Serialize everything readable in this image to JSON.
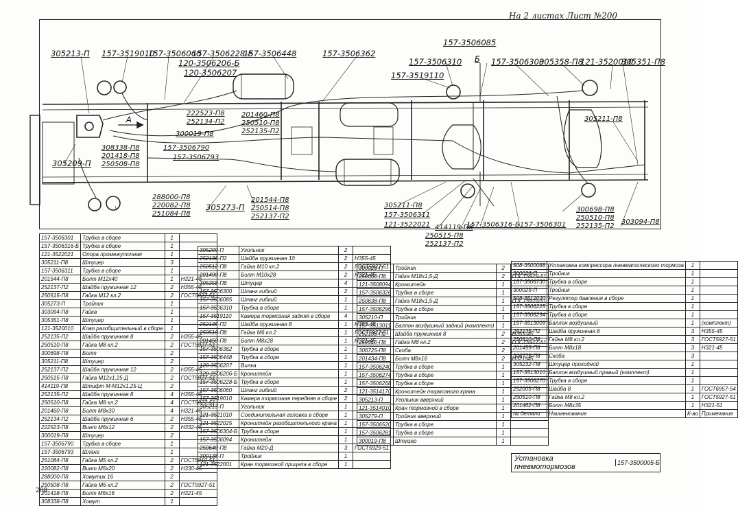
{
  "header": {
    "sheet_note": "На 2 листах  Лист №200"
  },
  "page_number": "208",
  "labels": {
    "l1": "305213-П",
    "l2": "157-3519010",
    "l3": "157-3506060",
    "l4": "157-3506228-Б",
    "l5": "157-3506448",
    "l6": "120-3506206-Б",
    "l7": "120-3506207",
    "l8": "157-3506362",
    "l9": "157-3506085",
    "l10": "Б",
    "l11": "157-3506310",
    "l12": "157-3519110",
    "l13": "157-3506300",
    "l14": "305358-П8",
    "l15": "121-3520010",
    "l16": "305351-П8",
    "l17": "222523-П8",
    "l18": "252134-П2",
    "l19": "201460-П8",
    "l20": "250510-П8",
    "l21": "252135-П2",
    "l22": "300019-П8",
    "l23": "157-3506790",
    "l24": "157-3506793",
    "l25": "308338-П8",
    "l26": "201418-П8",
    "l27": "250508-П8",
    "l28": "305209-П",
    "l29": "305211-П8",
    "l30": "288000-П8",
    "l31": "220082-П8",
    "l32": "251084-П8",
    "l33": "305273-П",
    "l34": "201544-П8",
    "l35": "250514-П8",
    "l36": "252137-П2",
    "l37": "305211-П8",
    "l38": "157-3506311",
    "l39": "121-3522021",
    "l40": "414119-П8",
    "l41": "250515-П8",
    "l42": "252137-П2",
    "l43": "157-3506316-Б",
    "l44": "157-3506301",
    "l45": "300698-П8",
    "l46": "250510-П8",
    "l47": "252135-П2",
    "l48": "303094-П8",
    "arrow": "А"
  },
  "table1": [
    [
      "157-3506301",
      "Трубка в сборе",
      "1",
      ""
    ],
    [
      "157-3506316-Б",
      "Трубка в сборе",
      "1",
      ""
    ],
    [
      "121-3522021",
      "Опора промежуточная",
      "1",
      ""
    ],
    [
      "305211-П8",
      "Штуцер",
      "3",
      ""
    ],
    [
      "157-3506311",
      "Трубка в сборе",
      "1",
      ""
    ],
    [
      "201544-П8",
      "Болт М12х40",
      "1",
      "Н321-45"
    ],
    [
      "252137-П2",
      "Шайба пружинная 12",
      "2",
      "Н355-45"
    ],
    [
      "250515-П8",
      "Гайка М12 кл.2",
      "2",
      "ГОСТ5927-51"
    ],
    [
      "305273-П",
      "Тройник",
      "1",
      ""
    ],
    [
      "303094-П8",
      "Гайка",
      "1",
      ""
    ],
    [
      "305351-П8",
      "Штуцер",
      "1",
      ""
    ],
    [
      "121-3520010",
      "Клап.разобщительный в сборе",
      "1",
      ""
    ],
    [
      "252135-П2",
      "Шайба пружинная 8",
      "2",
      "Н355-45"
    ],
    [
      "250510-П8",
      "Гайка М8 кл.2",
      "2",
      "ГОСТ5927-51"
    ],
    [
      "300698-П8",
      "Болт",
      "2",
      ""
    ],
    [
      "305211-П8",
      "Штуцер",
      "2",
      ""
    ],
    [
      "252137-П2",
      "Шайба пружинная 12",
      "2",
      "Н355-45"
    ],
    [
      "250515-П8",
      "Гайка М12х1,25-Д",
      "2",
      "ГОСТ5927-51"
    ],
    [
      "414119-П8",
      "Штифт М-М12х1,25-Ц",
      "2",
      ""
    ],
    [
      "252135-П2",
      "Шайба пружинная 8",
      "4",
      "Н355-45"
    ],
    [
      "250510-П8",
      "Гайка М8 кл.2",
      "4",
      "ГОСТ5927-51"
    ],
    [
      "201460-П8",
      "Болт М8х30",
      "4",
      "Н321-45"
    ],
    [
      "252134-П2",
      "Шайба пружинная 6",
      "2",
      "Н355-45"
    ],
    [
      "222523-П8",
      "Винт М6х12",
      "2",
      "Н332-45"
    ],
    [
      "300019-П8",
      "Штуцер",
      "2",
      ""
    ],
    [
      "157-3506790",
      "Трубка в сборе",
      "1",
      ""
    ],
    [
      "157-3506793",
      "Шланг",
      "1",
      ""
    ],
    [
      "251084-П8",
      "Гайка М5 кл.2",
      "2",
      "ГОСТ5910-51"
    ],
    [
      "220082-П8",
      "Винт М5х20",
      "2",
      "Н330-45"
    ],
    [
      "288000-П8",
      "Хомутик 16",
      "2",
      ""
    ],
    [
      "250508-П8",
      "Гайка М6 кл.2",
      "2",
      "ГОСТ5927-51"
    ],
    [
      "201418-П8",
      "Болт М6х16",
      "2",
      "Н321-45"
    ],
    [
      "308338-П8",
      "Хомут",
      "1",
      ""
    ]
  ],
  "table2": [
    [
      "305209-П",
      "Угольник",
      "2",
      ""
    ],
    [
      "252136-П2",
      "Шайба пружинная 10",
      "2",
      "Н355-45"
    ],
    [
      "250512-П8",
      "Гайка М10 кл.2",
      "2",
      "ГОСТ5927-51"
    ],
    [
      "201490-П8",
      "Болт М10х28",
      "2",
      "Н321-45"
    ],
    [
      "305358-П8",
      "Штуцер",
      "4",
      ""
    ],
    [
      "157-3506300",
      "Шланг гибкий",
      "2",
      ""
    ],
    [
      "157-3506085",
      "Шланг гибкий",
      "1",
      ""
    ],
    [
      "157-3506310",
      "Трубка в сборе",
      "1",
      ""
    ],
    [
      "157-3519110",
      "Камера тормозная задняя в сборе",
      "4",
      ""
    ],
    [
      "252135-П2",
      "Шайба пружинная 8",
      "1",
      "Н355-45"
    ],
    [
      "250510-П8",
      "Гайка М6 кл.2",
      "1",
      "ГОСТ5927-51"
    ],
    [
      "201450-П8",
      "Болт М8х28",
      "1",
      "Н321-45"
    ],
    [
      "157-3506362",
      "Трубка в сборе",
      "1",
      ""
    ],
    [
      "157-3506448",
      "Трубка в сборе",
      "1",
      ""
    ],
    [
      "120-3506207",
      "Вилка",
      "1",
      ""
    ],
    [
      "120-3506206-Б",
      "Кронштейн",
      "1",
      ""
    ],
    [
      "157-3506228-Б",
      "Трубка в сборе",
      "1",
      ""
    ],
    [
      "157-3506060",
      "Шланг гибкий",
      "2",
      ""
    ],
    [
      "157-3519010",
      "Камера тормозная передняя в сборе",
      "2",
      ""
    ],
    [
      "305213-П",
      "Угольник",
      "1",
      ""
    ],
    [
      "121-3521010",
      "Соединительная головка в сборе",
      "1",
      ""
    ],
    [
      "121-3522025",
      "Кронштейн разобщительного крана",
      "1",
      ""
    ],
    [
      "157-3506304-Б",
      "Трубка в сборе",
      "1",
      ""
    ],
    [
      "157-3506094",
      "Кронштейн",
      "1",
      ""
    ],
    [
      "250640-П8",
      "Гайка М20-Д",
      "3",
      "ГОСТ5929-51"
    ],
    [
      "300138-П",
      "Тройник",
      "1",
      ""
    ],
    [
      "121-3522001",
      "Кран тормозной прицепа в сборе",
      "1",
      ""
    ]
  ],
  "table3": [
    [
      "300029-П",
      "Тройник",
      "2",
      ""
    ],
    [
      "250638-П8",
      "Гайка М18х1,5-Д",
      "2",
      "ГОСТ5929-51"
    ],
    [
      "121-3508094",
      "Кронштейн",
      "1",
      ""
    ],
    [
      "157-3506326",
      "Трубка в сборе",
      "1",
      ""
    ],
    [
      "250638-П8",
      "Гайка М18х1,5-Д",
      "1",
      "ГОСТ5929-51"
    ],
    [
      "157-3506296",
      "Трубка в сборе",
      "1",
      ""
    ],
    [
      "305210-П",
      "Тройник",
      "1",
      ""
    ],
    [
      "157-3513011",
      "Баллон воздушный задний (комплект)",
      "1",
      ""
    ],
    [
      "252135-П2",
      "Шайба пружинная 8",
      "2",
      "Н355-45"
    ],
    [
      "250510-П8",
      "Гайка М8 кл.2",
      "2",
      "ГОСТ5927-51"
    ],
    [
      "306725-П8",
      "Скоба",
      "2",
      ""
    ],
    [
      "201434-П8",
      "Болт М8х16",
      "2",
      "Н321-45"
    ],
    [
      "157-3506240",
      "Трубка в сборе",
      "1",
      ""
    ],
    [
      "157-3506274",
      "Трубка в сборе",
      "1",
      ""
    ],
    [
      "157-3506268",
      "Трубка в сборе",
      "1",
      ""
    ],
    [
      "121-3514170",
      "Кронштейн тормозного крана",
      "1",
      ""
    ],
    [
      "305213-П",
      "Угольник вверхний",
      "1",
      ""
    ],
    [
      "121-3514010",
      "Кран тормозной в сборе",
      "1",
      ""
    ],
    [
      "305279-П",
      "Тройник вверхний",
      "1",
      ""
    ],
    [
      "157-3506520",
      "Трубка в сборе",
      "1",
      ""
    ],
    [
      "157-3506281",
      "Трубка в сборе",
      "1",
      ""
    ],
    [
      "300019-П8",
      "Штуцер",
      "1",
      ""
    ]
  ],
  "table4": [
    [
      "508-3500088",
      "Установка компрессора пневматического тормоза",
      "1",
      ""
    ],
    [
      "300026-П",
      "Тройник",
      "1",
      ""
    ],
    [
      "157-3506730",
      "Трубка в сборе",
      "1",
      ""
    ],
    [
      "300025-П",
      "Тройник",
      "1",
      ""
    ],
    [
      "508-3512020",
      "Регулятор давления в сборе",
      "1",
      ""
    ],
    [
      "157-3506225",
      "Трубка в сборе",
      "1",
      ""
    ],
    [
      "157-3506294",
      "Трубка в сборе",
      "1",
      ""
    ],
    [
      "157-3513009",
      "Баллон воздушный",
      "1",
      "(комплект)"
    ],
    [
      "252135-П2",
      "Шайба пружинная 8",
      "3",
      "Н355-45"
    ],
    [
      "250510-П8",
      "Гайка М8 кл.2",
      "3",
      "ГОСТ5927-51"
    ],
    [
      "201455-П8",
      "Болт М8х18",
      "3",
      "Н321-45"
    ],
    [
      "306725-П8",
      "Скоба",
      "3",
      ""
    ],
    [
      "305232-П8",
      "Штуцер проходной",
      "1",
      ""
    ],
    [
      "157-3513010",
      "Баллон воздушный правый (комплект)",
      "1",
      ""
    ],
    [
      "157-3506270",
      "Трубка в сборе",
      "1",
      ""
    ],
    [
      "252005-П8",
      "Шайба 8",
      "1",
      "ГОСТ6957-54"
    ],
    [
      "250510-П8",
      "Гайка М8 кл.2",
      "1",
      "ГОСТ5927-51"
    ],
    [
      "201462-П8",
      "Болт М8х35",
      "1",
      "Н321-51"
    ],
    [
      "№ детали",
      "Наименование",
      "К-во",
      "Примечание"
    ]
  ],
  "title_block": {
    "title": "Установка пневмотормозов",
    "code": "157-3500005-Б"
  }
}
